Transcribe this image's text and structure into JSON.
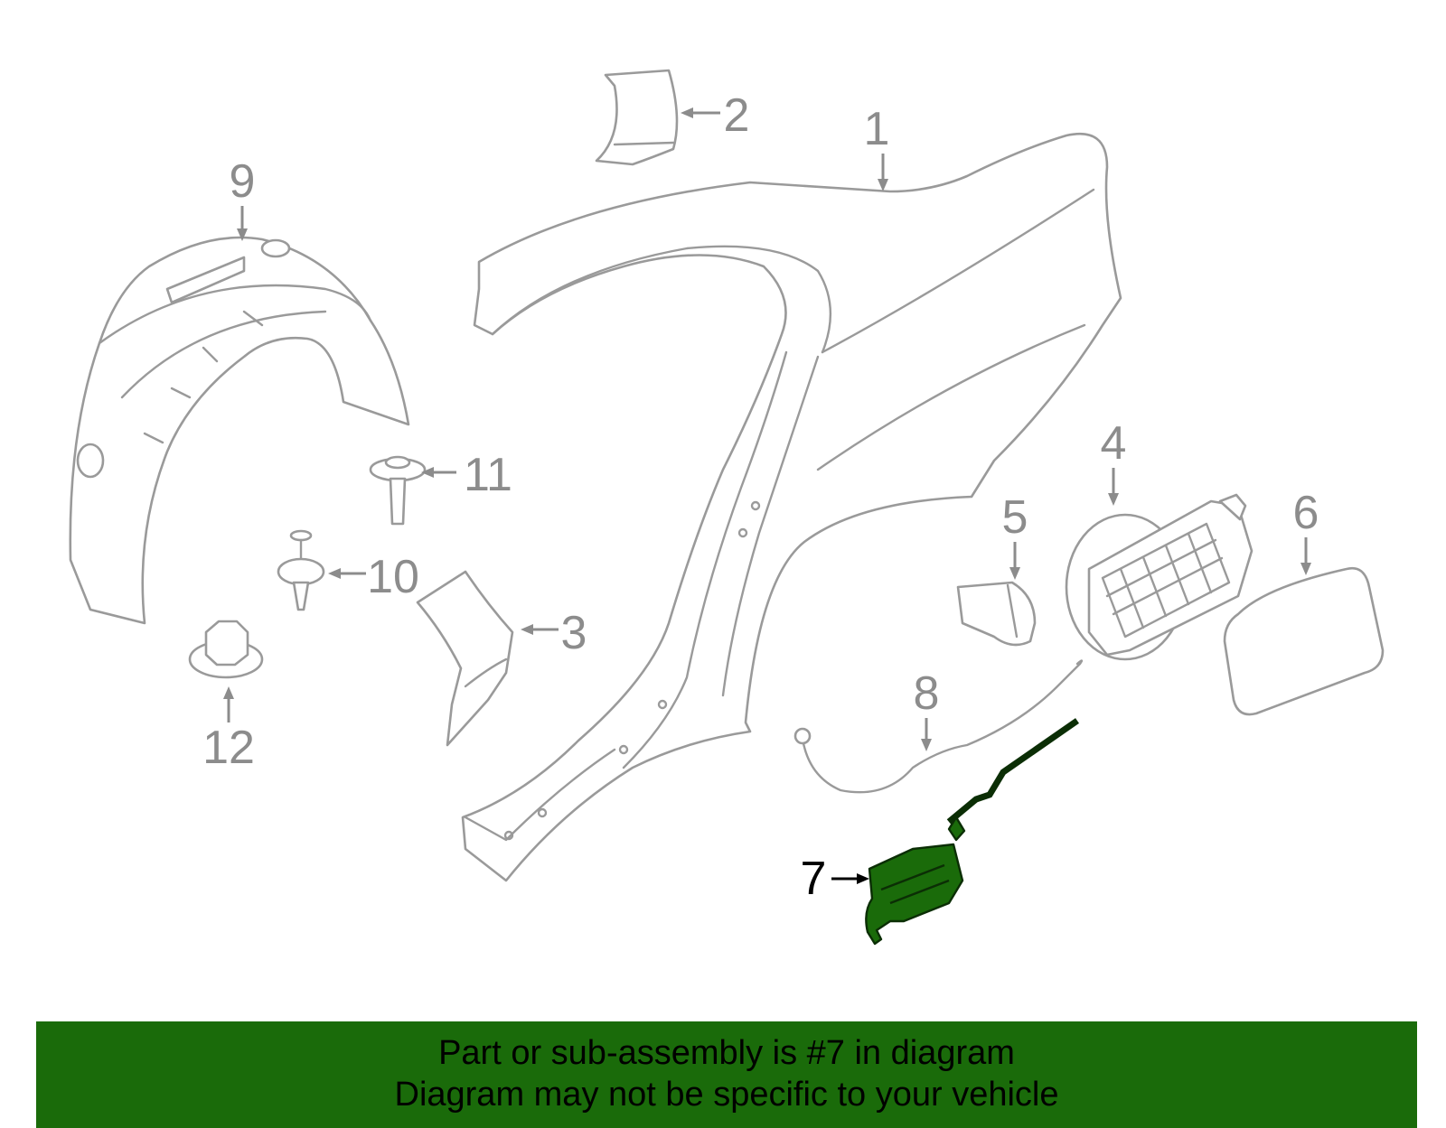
{
  "callouts": {
    "c1": "1",
    "c2": "2",
    "c3": "3",
    "c4": "4",
    "c5": "5",
    "c6": "6",
    "c7": "7",
    "c8": "8",
    "c9": "9",
    "c10": "10",
    "c11": "11",
    "c12": "12"
  },
  "highlighted_part": "7",
  "colors": {
    "highlight": "#1a6b0a",
    "outline": "#9a9a9a",
    "banner": "#1a6b0a"
  },
  "banner": {
    "line1": "Part or sub-assembly is #7 in diagram",
    "line2": "Diagram may not be specific to your vehicle"
  }
}
